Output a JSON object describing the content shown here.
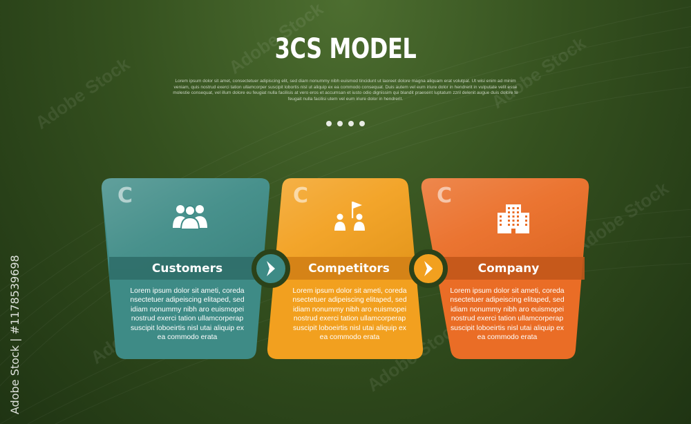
{
  "title": "3CS MODEL",
  "subtitle": "Lorem ipsum dolor sit amet, consectetuer adipiscing elit, sed diam nonummy nibh euismod tincidunt ut laoreet dolore magna aliquam erat volutpat. Ut wisi enim ad minim veniam, quis nostrud exerci tation ullamcorper suscipit lobortis nisl ut aliquip ex ea commodo consequat. Duis autem vel eum iriure dolor in hendrerit in vulputate velit esse molestie consequat, vel illum dolore eu feugiat nulla facilisis at vero eros et accumsan et iusto odio dignissim qui blandit praesent luptatum zzril delenit augue duis dolore te feugait nulla facilisi utem vel eum iriure dolor in hendrerit.",
  "pagination_dots": 4,
  "cards": [
    {
      "letter": "C",
      "label": "Customers",
      "icon": "people-group-icon",
      "color": "#3e8b86",
      "band_color": "#2f6e69",
      "body": "Lorem ipsum dolor sit ameti, coreda nsectetuer adipeiscing elitaped, sed idiam nonummy nibh aro euismopei nostrud exerci tation ullamcorperap suscipit loboeirtis nisl utai aliquip ex ea commodo erata"
    },
    {
      "letter": "C",
      "label": "Competitors",
      "icon": "competitors-flag-icon",
      "color": "#f2a01f",
      "band_color": "#d27f16",
      "body": "Lorem ipsum dolor sit ameti, coreda nsectetuer adipeiscing elitaped, sed idiam nonummy nibh aro euismopei nostrud exerci tation ullamcorperap suscipit loboeirtis nisl utai aliquip ex ea commodo erata"
    },
    {
      "letter": "C",
      "label": "Company",
      "icon": "building-icon",
      "color": "#ea6d26",
      "band_color": "#c2561b",
      "body": "Lorem ipsum dolor sit ameti, coreda nsectetuer adipeiscing elitaped, sed idiam nonummy nibh aro euismopei nostrud exerci tation ullamcorperap suscipit loboeirtis nisl utai aliquip ex ea commodo erata"
    }
  ],
  "connectors": [
    {
      "icon": "chevron-right-icon",
      "color": "#3e8b86"
    },
    {
      "icon": "chevron-right-icon",
      "color": "#f2a01f"
    }
  ],
  "watermark": "Adobe Stock",
  "side_id": "Adobe Stock | #1178539698"
}
